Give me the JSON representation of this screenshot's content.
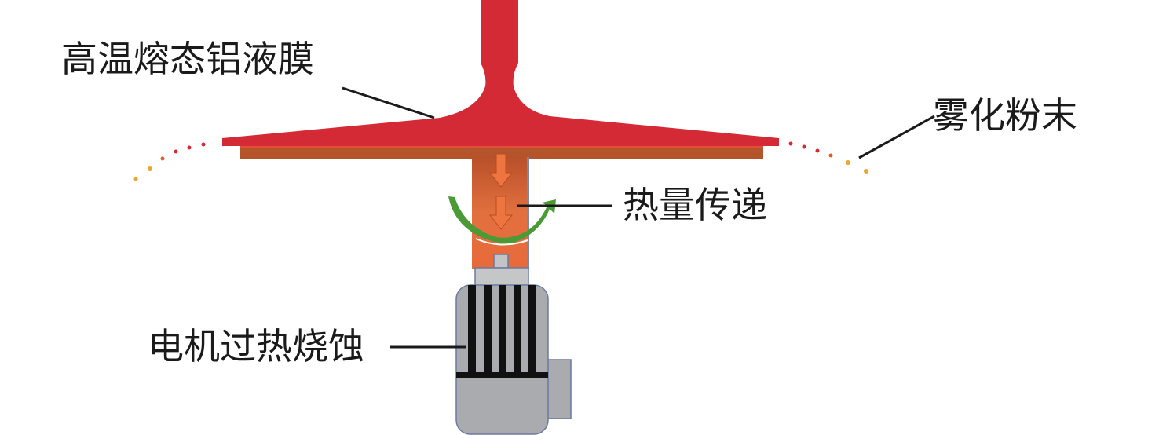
{
  "labels": {
    "film": "高温熔态铝液膜",
    "powder": "雾化粉末",
    "heat": "热量传递",
    "motor": "电机过热烧蚀"
  },
  "colors": {
    "molten": "#d42a35",
    "plate": "#b5532a",
    "shaft": "#e0683a",
    "arrow_green": "#4a9a35",
    "motor_gray": "#a9abae",
    "fins": "#111111"
  }
}
